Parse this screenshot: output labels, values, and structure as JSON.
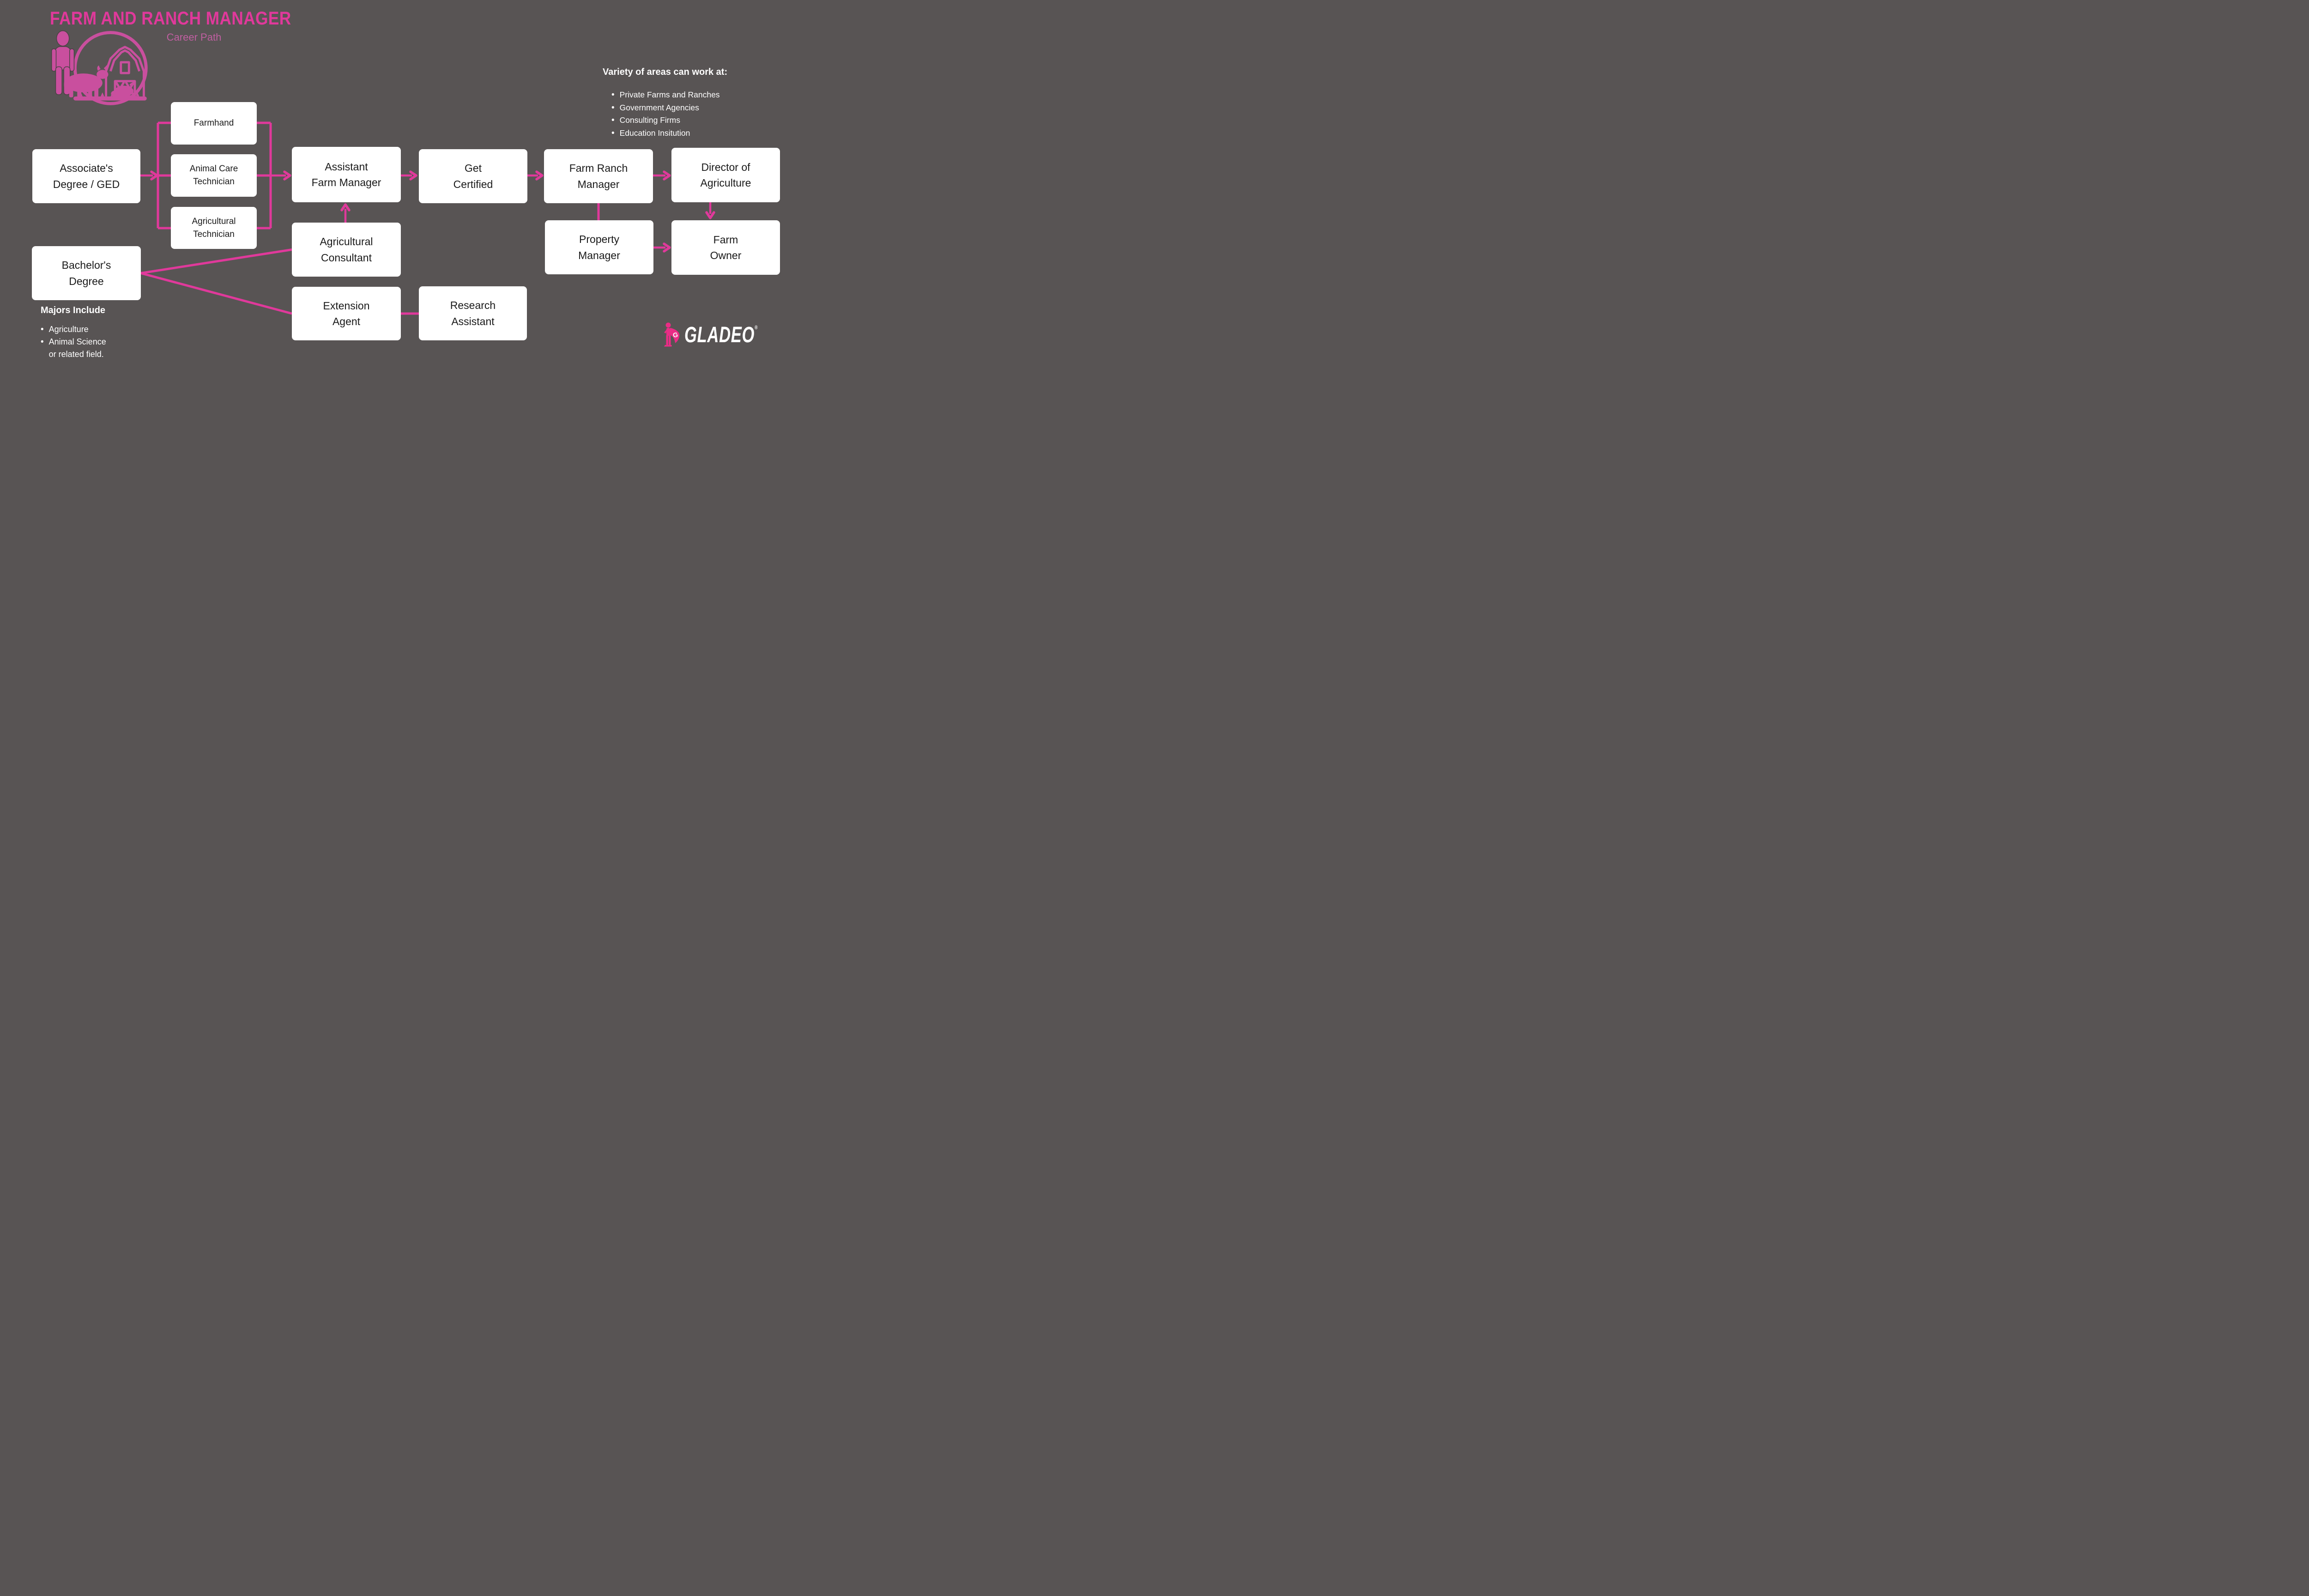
{
  "header": {
    "title": "FARM AND RANCH MANAGER",
    "subtitle": "Career Path"
  },
  "work_areas": {
    "heading": "Variety of areas can work at:",
    "items": [
      "Private Farms and Ranches",
      "Government Agencies",
      "Consulting Firms",
      "Education Insitution"
    ]
  },
  "majors": {
    "heading": "Majors Include",
    "items": [
      "Agriculture",
      "Animal Science\nor related field."
    ]
  },
  "boxes": {
    "associates_degree": "Associate's\nDegree / GED",
    "farmhand": "Farmhand",
    "animal_care_technician": "Animal Care\nTechnician",
    "agricultural_technician": "Agricultural\nTechnician",
    "assistant_farm_manager": "Assistant\nFarm Manager",
    "get_certified": "Get\nCertified",
    "farm_ranch_manager": "Farm Ranch\nManager",
    "director_of_agriculture": "Director of\nAgriculture",
    "property_manager": "Property\nManager",
    "farm_owner": "Farm\nOwner",
    "bachelors_degree": "Bachelor's\nDegree",
    "agricultural_consultant": "Agricultural\nConsultant",
    "extension_agent": "Extension\nAgent",
    "research_assistant": "Research\nAssistant"
  },
  "edges": [
    {
      "from": "Associate's Degree / GED",
      "to": "Farmhand"
    },
    {
      "from": "Associate's Degree / GED",
      "to": "Animal Care Technician"
    },
    {
      "from": "Associate's Degree / GED",
      "to": "Agricultural Technician"
    },
    {
      "from": "Farmhand",
      "to": "Assistant Farm Manager"
    },
    {
      "from": "Animal Care Technician",
      "to": "Assistant Farm Manager"
    },
    {
      "from": "Agricultural Technician",
      "to": "Assistant Farm Manager"
    },
    {
      "from": "Assistant Farm Manager",
      "to": "Get Certified"
    },
    {
      "from": "Get Certified",
      "to": "Farm Ranch Manager"
    },
    {
      "from": "Farm Ranch Manager",
      "to": "Director of Agriculture"
    },
    {
      "from": "Farm Ranch Manager",
      "to": "Property Manager"
    },
    {
      "from": "Director of Agriculture",
      "to": "Farm Owner"
    },
    {
      "from": "Property Manager",
      "to": "Farm Owner"
    },
    {
      "from": "Agricultural Consultant",
      "to": "Assistant Farm Manager"
    },
    {
      "from": "Bachelor's Degree",
      "to": "Agricultural Consultant"
    },
    {
      "from": "Bachelor's Degree",
      "to": "Extension Agent"
    },
    {
      "from": "Extension Agent",
      "to": "Research Assistant"
    }
  ],
  "logo": {
    "brand": "GLADEO",
    "registered": "®",
    "mascot_letter": "G"
  },
  "colors": {
    "background": "#585454",
    "accent_pink": "#e0399b",
    "icon_pink": "#c94f9e",
    "logo_pink": "#ea2c86",
    "box_bg": "#ffffff",
    "text_dark": "#1a1a1a",
    "text_light": "#ffffff"
  }
}
